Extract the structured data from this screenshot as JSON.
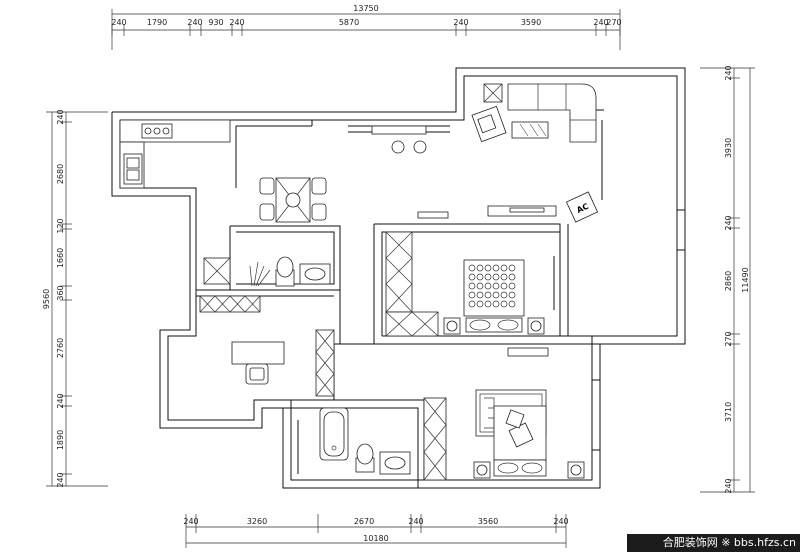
{
  "dimensions": {
    "top_total": "13750",
    "top": [
      "240",
      "1790",
      "240",
      "930",
      "240",
      "5870",
      "240",
      "3590",
      "240",
      "270"
    ],
    "bottom_total": "10180",
    "bottom": [
      "240",
      "3260",
      "2670",
      "240",
      "3560",
      "240"
    ],
    "left_total": "9560",
    "left": [
      "240",
      "2680",
      "120",
      "1660",
      "360",
      "2760",
      "240",
      "1890",
      "240"
    ],
    "right_total": "11490",
    "right": [
      "240",
      "3930",
      "240",
      "2860",
      "270",
      "3710",
      "240"
    ]
  },
  "labels": {
    "ac": "AC"
  },
  "watermark": {
    "text": "合肥装饰网 ※ bbs.hfzs.cn"
  }
}
